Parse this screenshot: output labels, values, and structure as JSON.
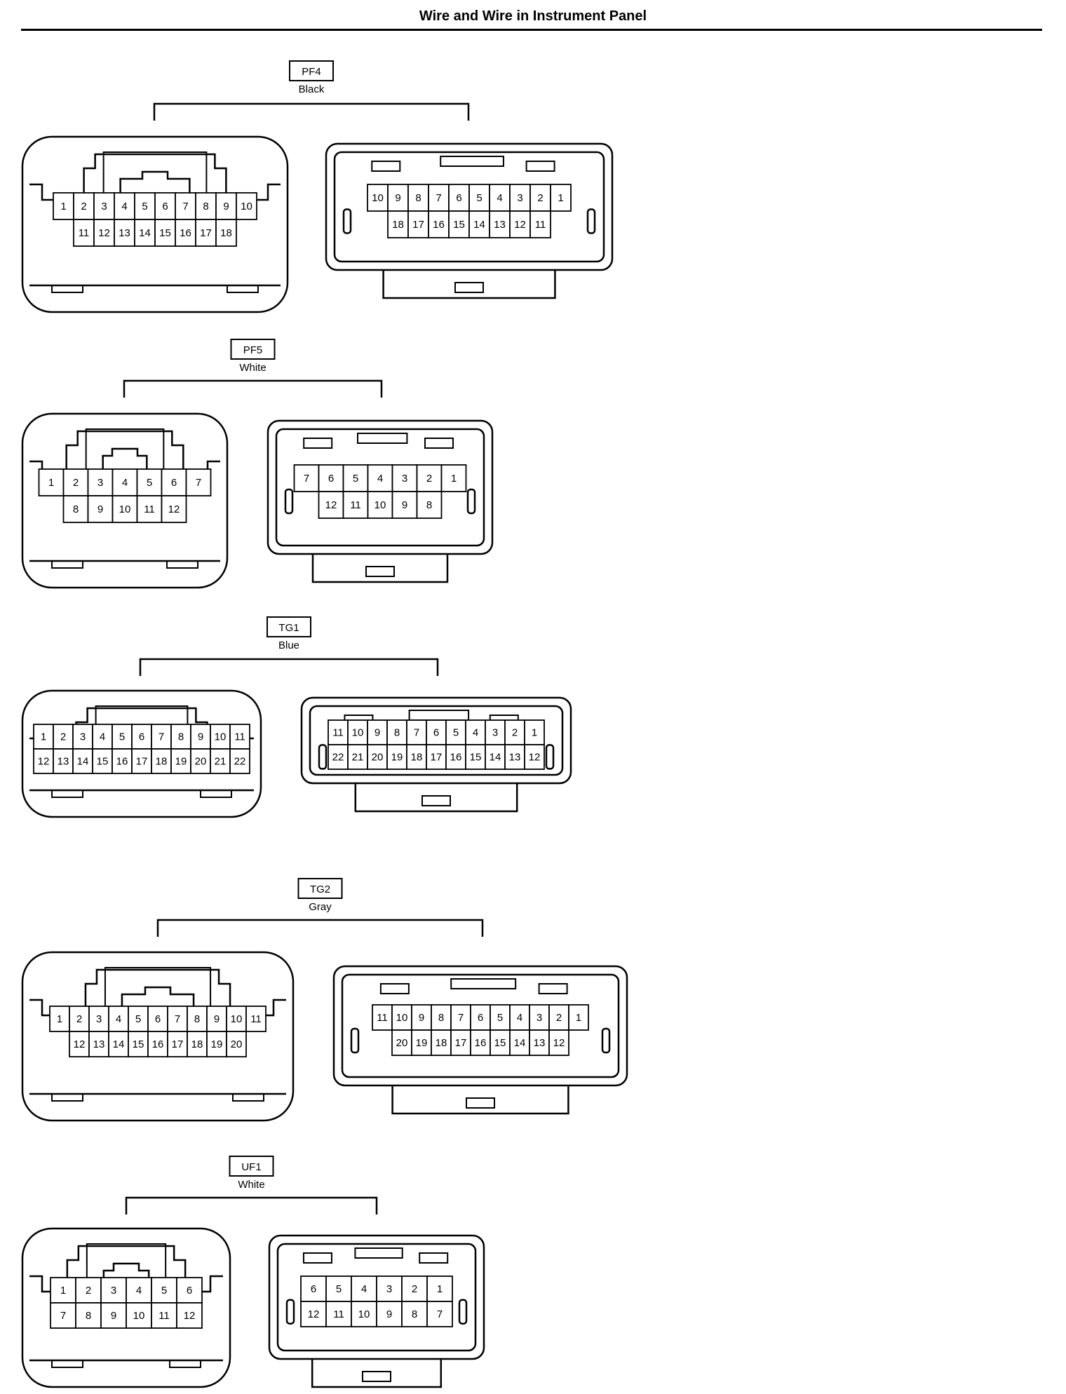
{
  "page": {
    "title": "Wire and Wire in Instrument Panel"
  },
  "connectors": [
    {
      "code": "PF4",
      "color": "Black",
      "female": {
        "top": [
          "1",
          "2",
          "3",
          "4",
          "5",
          "6",
          "7",
          "8",
          "9",
          "10"
        ],
        "bottom": [
          "11",
          "12",
          "13",
          "14",
          "15",
          "16",
          "17",
          "18"
        ]
      },
      "male": {
        "top": [
          "10",
          "9",
          "8",
          "7",
          "6",
          "5",
          "4",
          "3",
          "2",
          "1"
        ],
        "bottom": [
          "18",
          "17",
          "16",
          "15",
          "14",
          "13",
          "12",
          "11"
        ]
      }
    },
    {
      "code": "PF5",
      "color": "White",
      "female": {
        "top": [
          "1",
          "2",
          "3",
          "4",
          "5",
          "6",
          "7"
        ],
        "bottom": [
          "8",
          "9",
          "10",
          "11",
          "12"
        ]
      },
      "male": {
        "top": [
          "7",
          "6",
          "5",
          "4",
          "3",
          "2",
          "1"
        ],
        "bottom": [
          "12",
          "11",
          "10",
          "9",
          "8"
        ]
      }
    },
    {
      "code": "TG1",
      "color": "Blue",
      "female": {
        "top": [
          "1",
          "2",
          "3",
          "4",
          "5",
          "6",
          "7",
          "8",
          "9",
          "10",
          "11"
        ],
        "bottom": [
          "12",
          "13",
          "14",
          "15",
          "16",
          "17",
          "18",
          "19",
          "20",
          "21",
          "22"
        ]
      },
      "male": {
        "top": [
          "11",
          "10",
          "9",
          "8",
          "7",
          "6",
          "5",
          "4",
          "3",
          "2",
          "1"
        ],
        "bottom": [
          "22",
          "21",
          "20",
          "19",
          "18",
          "17",
          "16",
          "15",
          "14",
          "13",
          "12"
        ]
      }
    },
    {
      "code": "TG2",
      "color": "Gray",
      "female": {
        "top": [
          "1",
          "2",
          "3",
          "4",
          "5",
          "6",
          "7",
          "8",
          "9",
          "10",
          "11"
        ],
        "bottom": [
          "12",
          "13",
          "14",
          "15",
          "16",
          "17",
          "18",
          "19",
          "20"
        ]
      },
      "male": {
        "top": [
          "11",
          "10",
          "9",
          "8",
          "7",
          "6",
          "5",
          "4",
          "3",
          "2",
          "1"
        ],
        "bottom": [
          "20",
          "19",
          "18",
          "17",
          "16",
          "15",
          "14",
          "13",
          "12"
        ]
      }
    },
    {
      "code": "UF1",
      "color": "White",
      "female": {
        "top": [
          "1",
          "2",
          "3",
          "4",
          "5",
          "6"
        ],
        "bottom": [
          "7",
          "8",
          "9",
          "10",
          "11",
          "12"
        ]
      },
      "male": {
        "top": [
          "6",
          "5",
          "4",
          "3",
          "2",
          "1"
        ],
        "bottom": [
          "12",
          "11",
          "10",
          "9",
          "8",
          "7"
        ]
      }
    }
  ]
}
